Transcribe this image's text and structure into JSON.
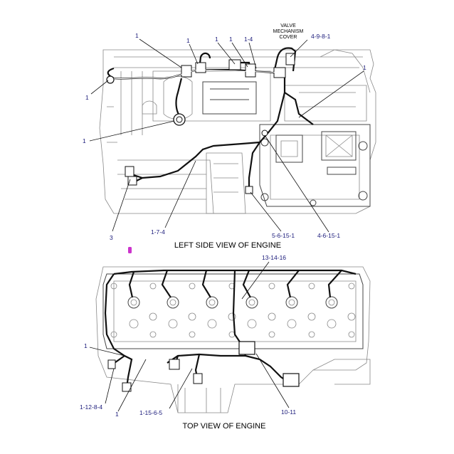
{
  "captions": {
    "left_view": "LEFT SIDE VIEW OF ENGINE",
    "top_view": "TOP VIEW OF ENGINE"
  },
  "note": {
    "line1": "VALVE",
    "line2": "MECHANISM",
    "line3": "COVER"
  },
  "callouts_left": [
    {
      "id": "c1",
      "text": "1"
    },
    {
      "id": "c2",
      "text": "1"
    },
    {
      "id": "c3",
      "text": "1"
    },
    {
      "id": "c4",
      "text": "1"
    },
    {
      "id": "c5",
      "text": "1-4"
    },
    {
      "id": "c6",
      "text": "4-9-8-1"
    },
    {
      "id": "c7",
      "text": "1"
    },
    {
      "id": "c8",
      "text": "1"
    },
    {
      "id": "c9",
      "text": "1"
    },
    {
      "id": "c10",
      "text": "3"
    },
    {
      "id": "c11",
      "text": "1-7-4"
    },
    {
      "id": "c12",
      "text": "5-6-15-1"
    },
    {
      "id": "c13",
      "text": "4-6-15-1"
    }
  ],
  "callouts_top": [
    {
      "id": "t1",
      "text": "13-14-16"
    },
    {
      "id": "t2",
      "text": "1"
    },
    {
      "id": "t3",
      "text": "1-12-8-4"
    },
    {
      "id": "t4",
      "text": "1"
    },
    {
      "id": "t5",
      "text": "1-15-6-5"
    },
    {
      "id": "t6",
      "text": "10-11"
    }
  ],
  "colors": {
    "callout": "#1a1a7a",
    "marker": "#cc33cc",
    "line": "#111111",
    "outline": "#888888"
  }
}
